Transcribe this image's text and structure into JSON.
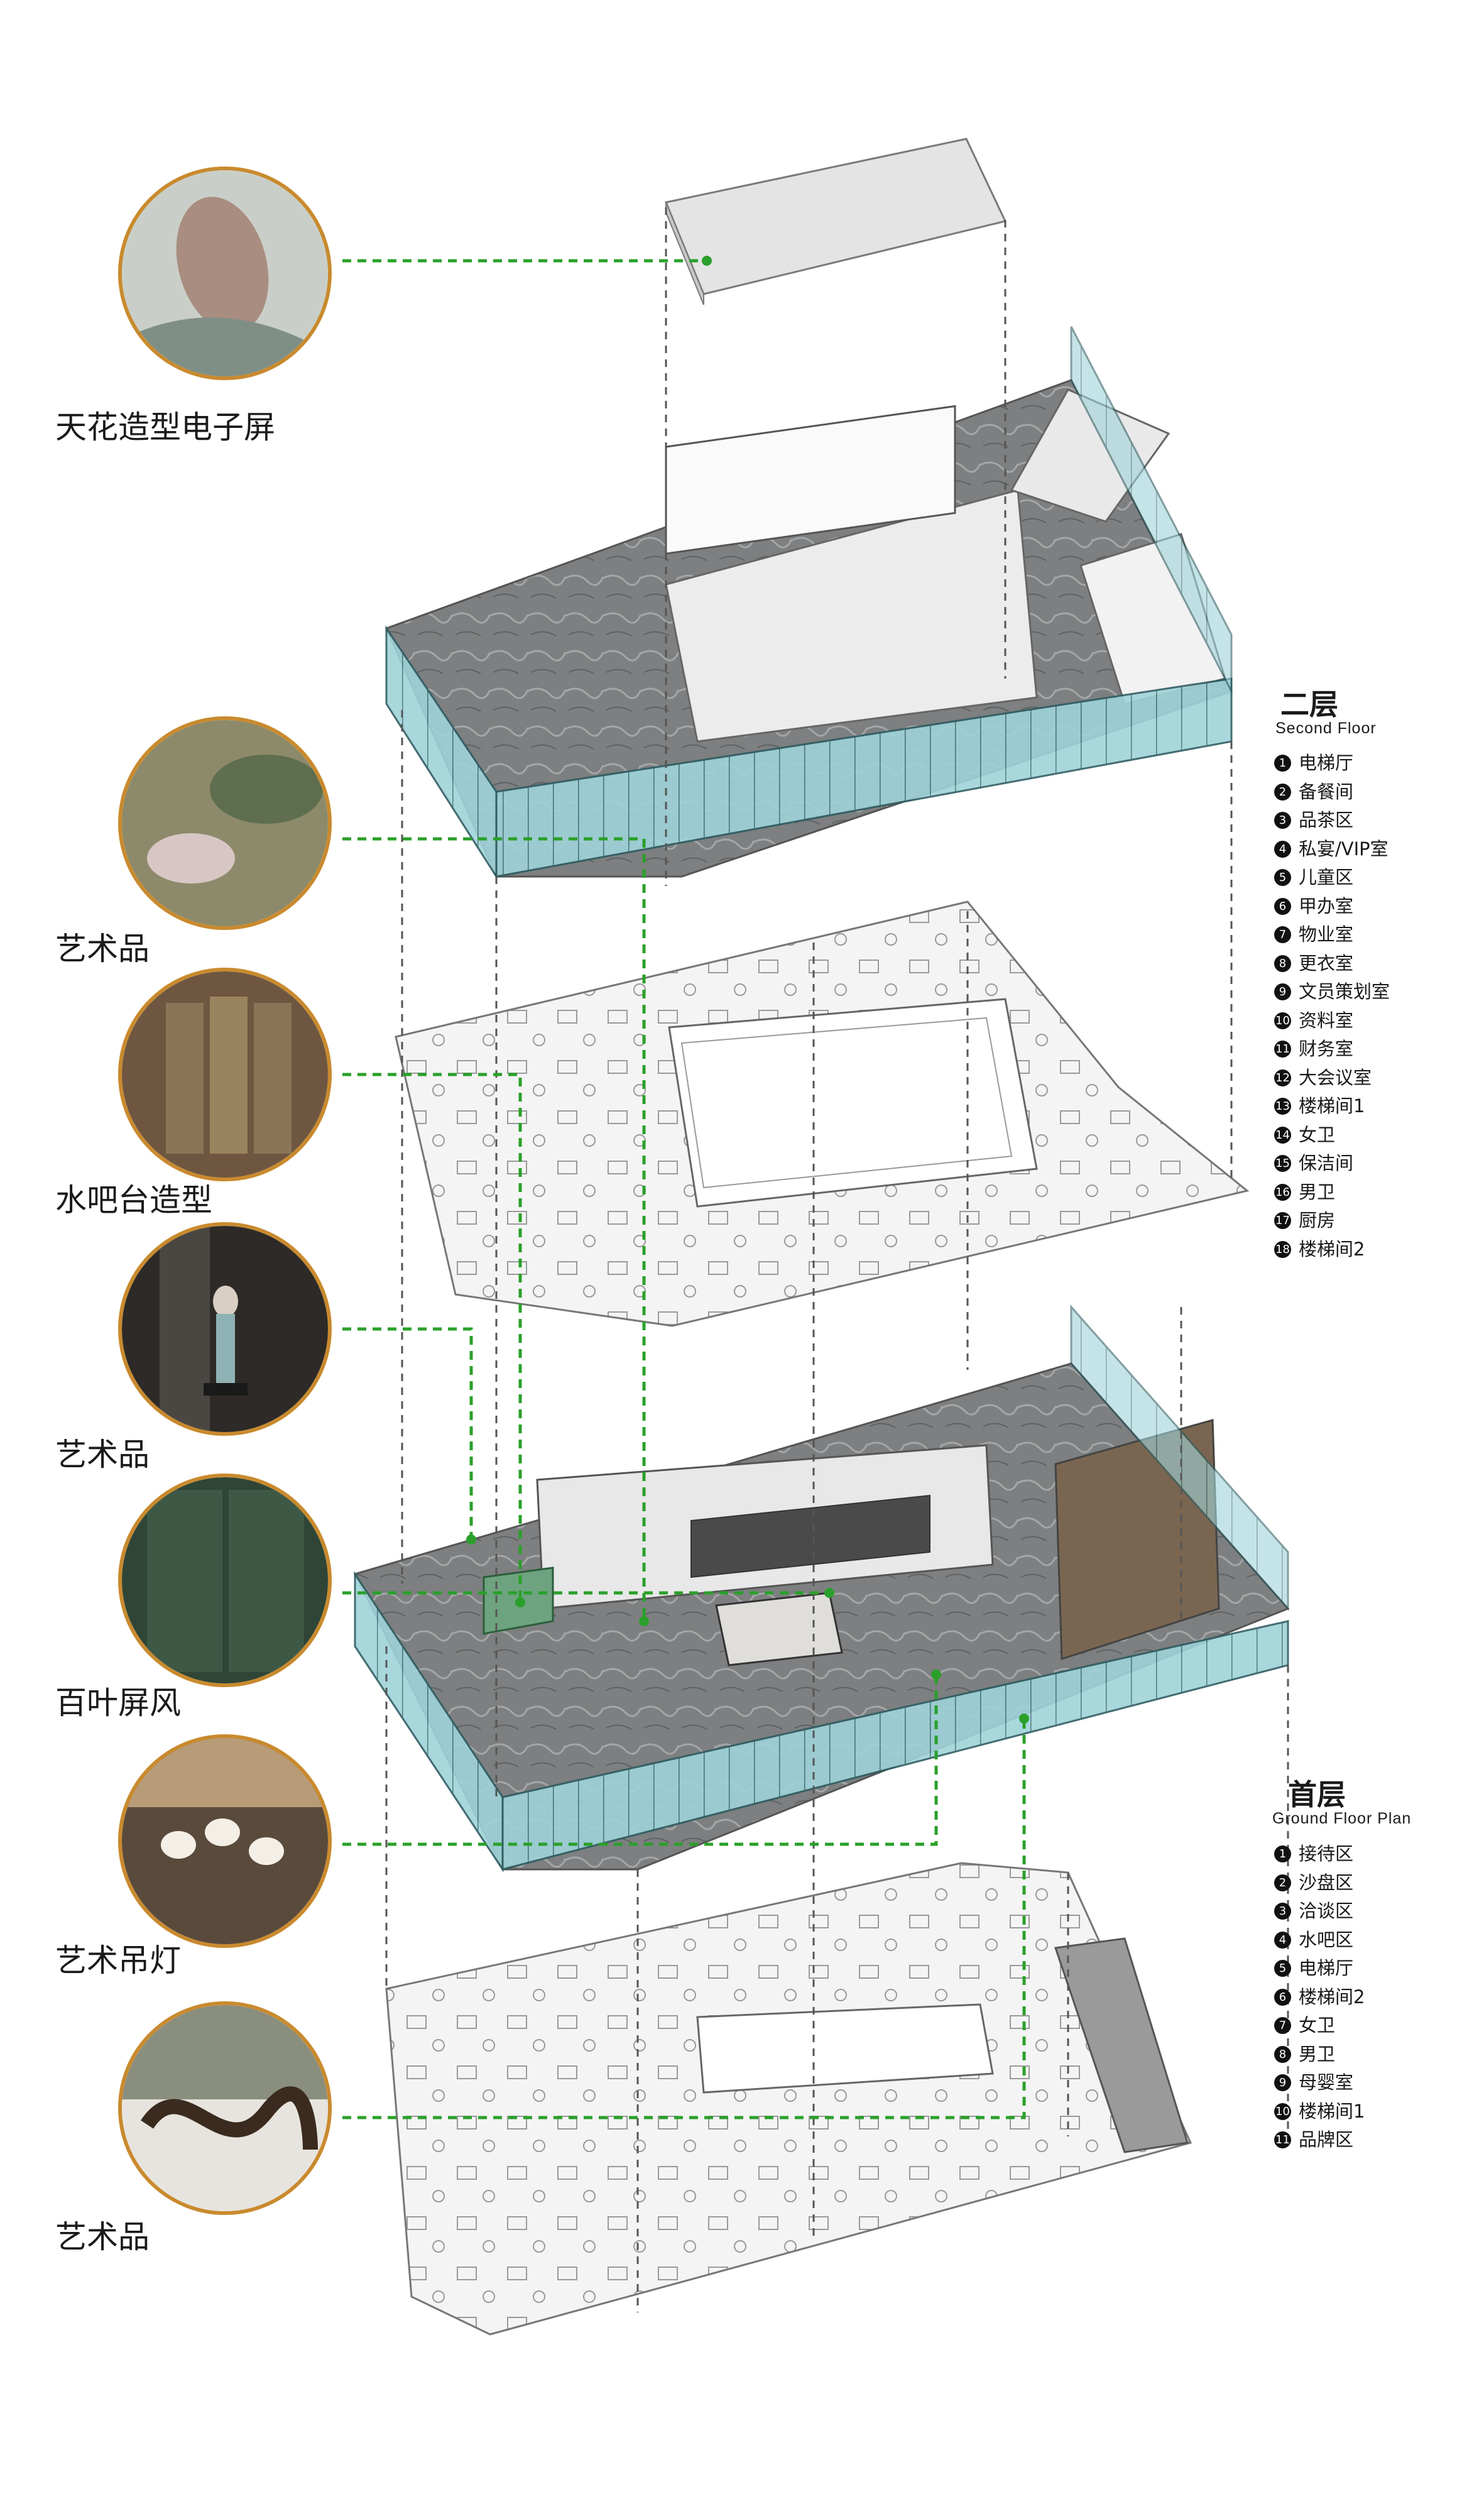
{
  "colors": {
    "connector": "#2aa02a",
    "ring": "#c98a2e",
    "glass": "#8ec9d0",
    "floor": "#8a8a8a"
  },
  "callouts": [
    {
      "label": "天花造型电子屏",
      "image": "ceiling-screen-painting"
    },
    {
      "label": "艺术品",
      "image": "lotus-painting"
    },
    {
      "label": "水吧台造型",
      "image": "water-bar-screen"
    },
    {
      "label": "艺术品",
      "image": "figure-sculpture"
    },
    {
      "label": "百叶屏风",
      "image": "louver-screen"
    },
    {
      "label": "艺术吊灯",
      "image": "art-pendant-lamp"
    },
    {
      "label": "艺术品",
      "image": "ribbon-sculpture"
    }
  ],
  "second_floor": {
    "title": "二层",
    "subtitle": "Second  Floor",
    "rooms": [
      "电梯厅",
      "备餐间",
      "品茶区",
      "私宴/VIP室",
      "儿童区",
      "甲办室",
      "物业室",
      "更衣室",
      "文员策划室",
      "资料室",
      "财务室",
      "大会议室",
      "楼梯间1",
      "女卫",
      "保洁间",
      "男卫",
      "厨房",
      "楼梯间2"
    ]
  },
  "ground_floor": {
    "title": "首层",
    "subtitle": "Ground  Floor  Plan",
    "rooms": [
      "接待区",
      "沙盘区",
      "洽谈区",
      "水吧区",
      "电梯厅",
      "楼梯间2",
      "女卫",
      "男卫",
      "母婴室",
      "楼梯间1",
      "品牌区"
    ]
  }
}
